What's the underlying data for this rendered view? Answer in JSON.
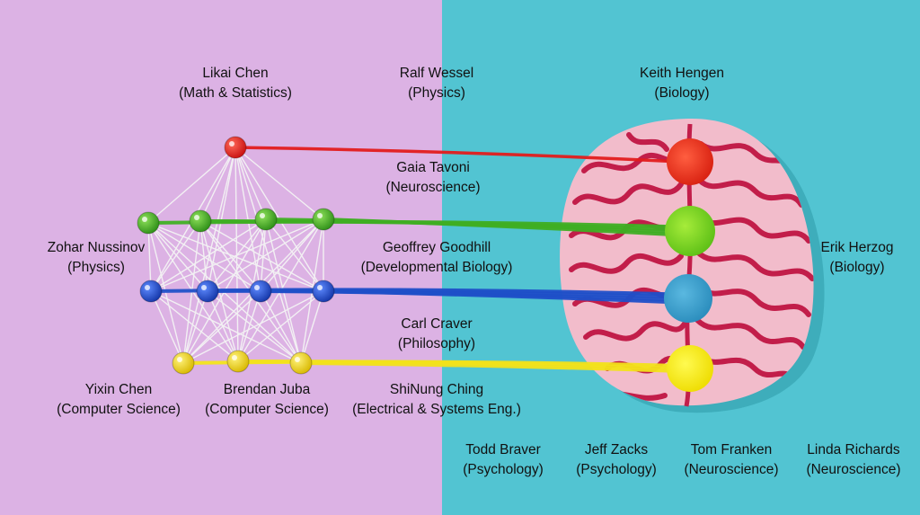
{
  "colors": {
    "left_background": "#dcb2e4",
    "right_background": "#52c4d2",
    "red": "#e21c1c",
    "green": "#3fae23",
    "blue": "#1f4fc8",
    "yellow": "#f2e21a",
    "brain_base": "#f2bccb",
    "brain_fold": "#c21e4a",
    "string_white": "#f4f4f4"
  },
  "people": [
    {
      "id": "likai-chen",
      "name": "Likai Chen",
      "dept": "(Math & Statistics)"
    },
    {
      "id": "ralf-wessel",
      "name": "Ralf Wessel",
      "dept": "(Physics)"
    },
    {
      "id": "keith-hengen",
      "name": "Keith Hengen",
      "dept": "(Biology)"
    },
    {
      "id": "gaia-tavoni",
      "name": "Gaia Tavoni",
      "dept": "(Neuroscience)"
    },
    {
      "id": "zohar-nussinov",
      "name": "Zohar Nussinov",
      "dept": "(Physics)"
    },
    {
      "id": "geoffrey-goodhill",
      "name": "Geoffrey Goodhill",
      "dept": "(Developmental Biology)"
    },
    {
      "id": "erik-herzog",
      "name": "Erik Herzog",
      "dept": "(Biology)"
    },
    {
      "id": "carl-craver",
      "name": "Carl Craver",
      "dept": "(Philosophy)"
    },
    {
      "id": "yixin-chen",
      "name": "Yixin Chen",
      "dept": "(Computer Science)"
    },
    {
      "id": "brendan-juba",
      "name": "Brendan Juba",
      "dept": "(Computer Science)"
    },
    {
      "id": "shinung-ching",
      "name": "ShiNung Ching",
      "dept": "(Electrical & Systems Eng.)"
    },
    {
      "id": "todd-braver",
      "name": "Todd Braver",
      "dept": "(Psychology)"
    },
    {
      "id": "jeff-zacks",
      "name": "Jeff Zacks",
      "dept": "(Psychology)"
    },
    {
      "id": "tom-franken",
      "name": "Tom Franken",
      "dept": "(Neuroscience)"
    },
    {
      "id": "linda-richards",
      "name": "Linda Richards",
      "dept": "(Neuroscience)"
    }
  ]
}
